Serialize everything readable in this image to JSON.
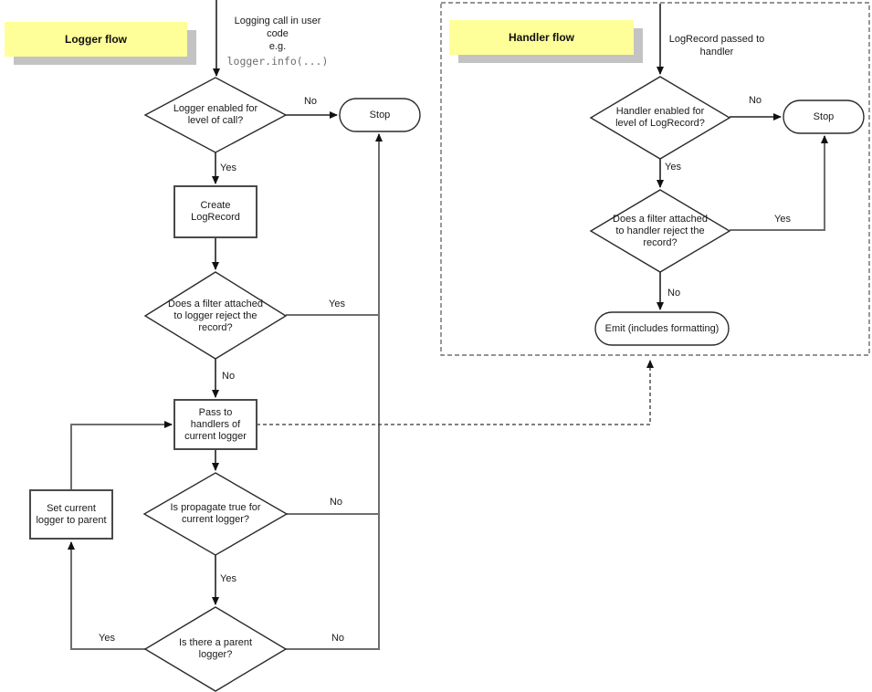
{
  "colors": {
    "note_bg": "#ffff99",
    "note_shadow": "#c3c3c3",
    "code_text": "#6e6e6e"
  },
  "logger_flow": {
    "title": "Logger flow",
    "entry_text": "Logging call in user\ncode\ne.g.",
    "entry_code": "logger.info(...)",
    "d_enabled": "Logger enabled for\nlevel of call?",
    "stop": "Stop",
    "create": "Create\nLogRecord",
    "d_filter": "Does a filter attached\nto logger reject the\nrecord?",
    "pass": "Pass to\nhandlers of\ncurrent logger",
    "d_propagate": "Is propagate true for\ncurrent logger?",
    "d_parent": "Is there a parent\nlogger?",
    "set_parent": "Set current\nlogger to parent",
    "labels": {
      "enabled_no": "No",
      "enabled_yes": "Yes",
      "filter_yes": "Yes",
      "filter_no": "No",
      "propagate_no": "No",
      "propagate_yes": "Yes",
      "parent_yes": "Yes",
      "parent_no": "No"
    }
  },
  "handler_flow": {
    "title": "Handler flow",
    "entry_text": "LogRecord passed to\nhandler",
    "d_enabled": "Handler enabled for\nlevel of LogRecord?",
    "stop": "Stop",
    "d_filter": "Does a filter attached\nto handler reject the\nrecord?",
    "emit": "Emit (includes formatting)",
    "labels": {
      "enabled_no": "No",
      "enabled_yes": "Yes",
      "filter_yes": "Yes",
      "filter_no": "No"
    }
  }
}
